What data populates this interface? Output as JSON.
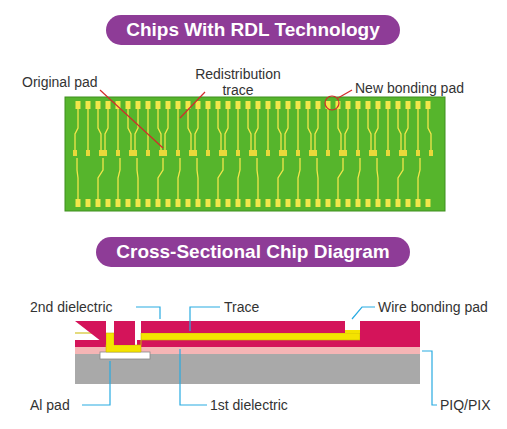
{
  "diagram": {
    "nodes": [
      {
        "text": [
          "Chips With RDL Technology"
        ]
      },
      {
        "text": [
          "Cross-Sectional Chip Diagram"
        ]
      }
    ],
    "labels": [
      "Original pad",
      "Redistribution trace",
      "New bonding pad",
      "2nd dielectric",
      "Trace",
      "Wire bonding pad",
      "Al pad",
      "1st dielectric",
      "PIQ/PIX"
    ]
  }
}
